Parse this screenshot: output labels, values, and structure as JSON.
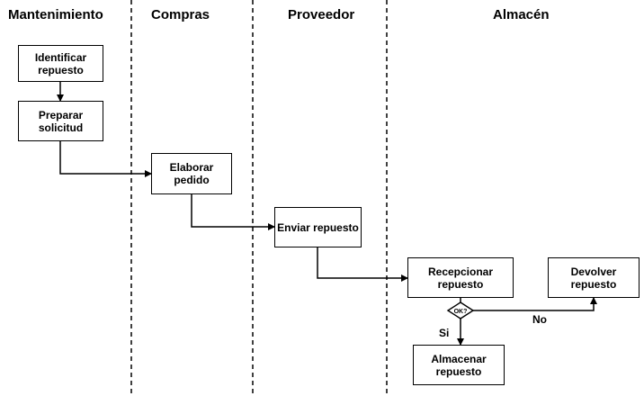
{
  "lanes": [
    "Mantenimiento",
    "Compras",
    "Proveedor",
    "Almacén"
  ],
  "steps": {
    "identificar": "Identificar repuesto",
    "preparar": "Preparar solicitud",
    "elaborar": "Elaborar pedido",
    "enviar": "Enviar repuesto",
    "recepcionar": "Recepcionar repuesto",
    "devolver": "Devolver repuesto",
    "almacenar": "Almacenar repuesto"
  },
  "decision": {
    "label": "OK?",
    "yes": "Si",
    "no": "No"
  }
}
